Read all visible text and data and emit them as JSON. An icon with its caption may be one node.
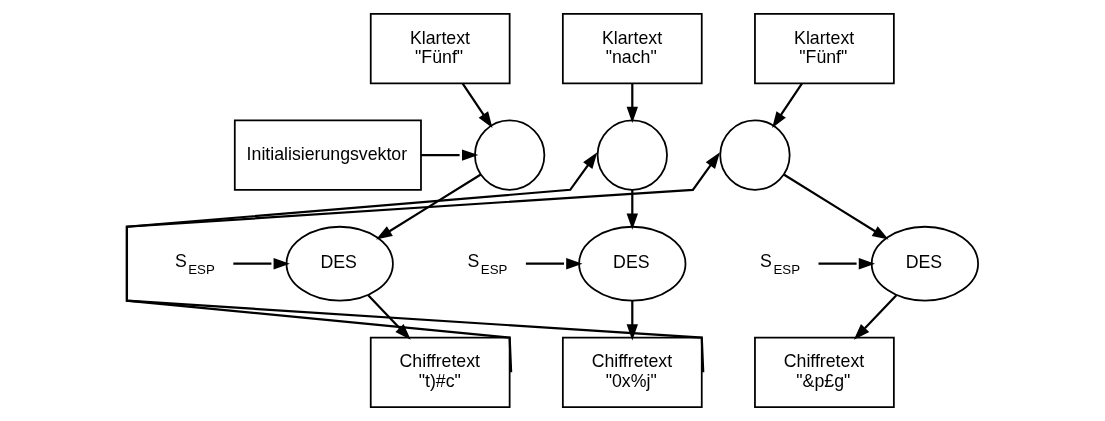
{
  "diagram": {
    "nodes": [
      {
        "text": [
          "Klartext \"Fünf\""
        ]
      },
      {
        "text": [],
        "shape": "circle"
      },
      {
        "text": [
          "Initialisierungsvektor"
        ]
      },
      {
        "text": [
          "S$_{ESP}$"
        ]
      },
      {
        "text": [
          "DES"
        ]
      },
      {
        "text": [
          "Chiffretext \"t)#c\""
        ]
      },
      {
        "text": [
          "Klartext \"nach\""
        ]
      },
      {
        "text": [],
        "shape": "circle"
      },
      {
        "text": [
          "S$_{ESP}$"
        ]
      },
      {
        "text": [
          "DES"
        ]
      },
      {
        "text": [
          "Chiffretext \"0x%j\""
        ]
      },
      {
        "text": [
          "Klartext \"Fünf\""
        ]
      },
      {
        "text": [],
        "shape": "circle"
      },
      {
        "text": [
          "S$_{ESP}$"
        ]
      },
      {
        "text": [
          "DES"
        ]
      },
      {
        "text": [
          "Chiffretext \"&p£g\""
        ]
      }
    ],
    "edges": [
      {
        "from": 0,
        "to": 1,
        "arrow": "to"
      },
      {
        "from": 2,
        "to": 1,
        "arrow": "to"
      },
      {
        "from": 1,
        "to": 4,
        "arrow": "to"
      },
      {
        "from": 3,
        "to": 4,
        "arrow": "to"
      },
      {
        "from": 4,
        "to": 5,
        "arrow": "to"
      },
      {
        "from": 5,
        "to": 7,
        "arrow": "to"
      },
      {
        "from": 6,
        "to": 7,
        "arrow": "to"
      },
      {
        "from": 7,
        "to": 9,
        "arrow": "to"
      },
      {
        "from": 8,
        "to": 9,
        "arrow": "to"
      },
      {
        "from": 9,
        "to": 10,
        "arrow": "to"
      },
      {
        "from": 10,
        "to": 12,
        "arrow": "to"
      },
      {
        "from": 11,
        "to": 12,
        "arrow": "to"
      },
      {
        "from": 12,
        "to": 14,
        "arrow": "to"
      },
      {
        "from": 13,
        "to": 14,
        "arrow": "to"
      },
      {
        "from": 14,
        "to": 15,
        "arrow": "to"
      }
    ]
  }
}
